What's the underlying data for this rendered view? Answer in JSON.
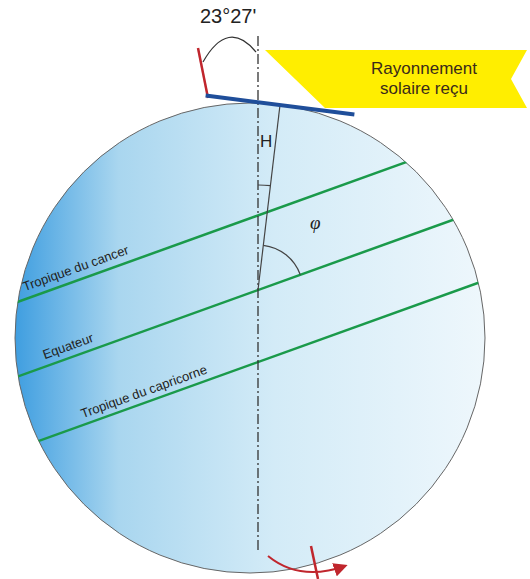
{
  "diagram": {
    "nodes": [
      {
        "text": [
          "Rayonnement solaire reçu"
        ]
      }
    ],
    "labels": [
      "23°27'",
      "H",
      "φ",
      "Tropique du cancer",
      "Equateur",
      "Tropique du capricorne"
    ]
  }
}
